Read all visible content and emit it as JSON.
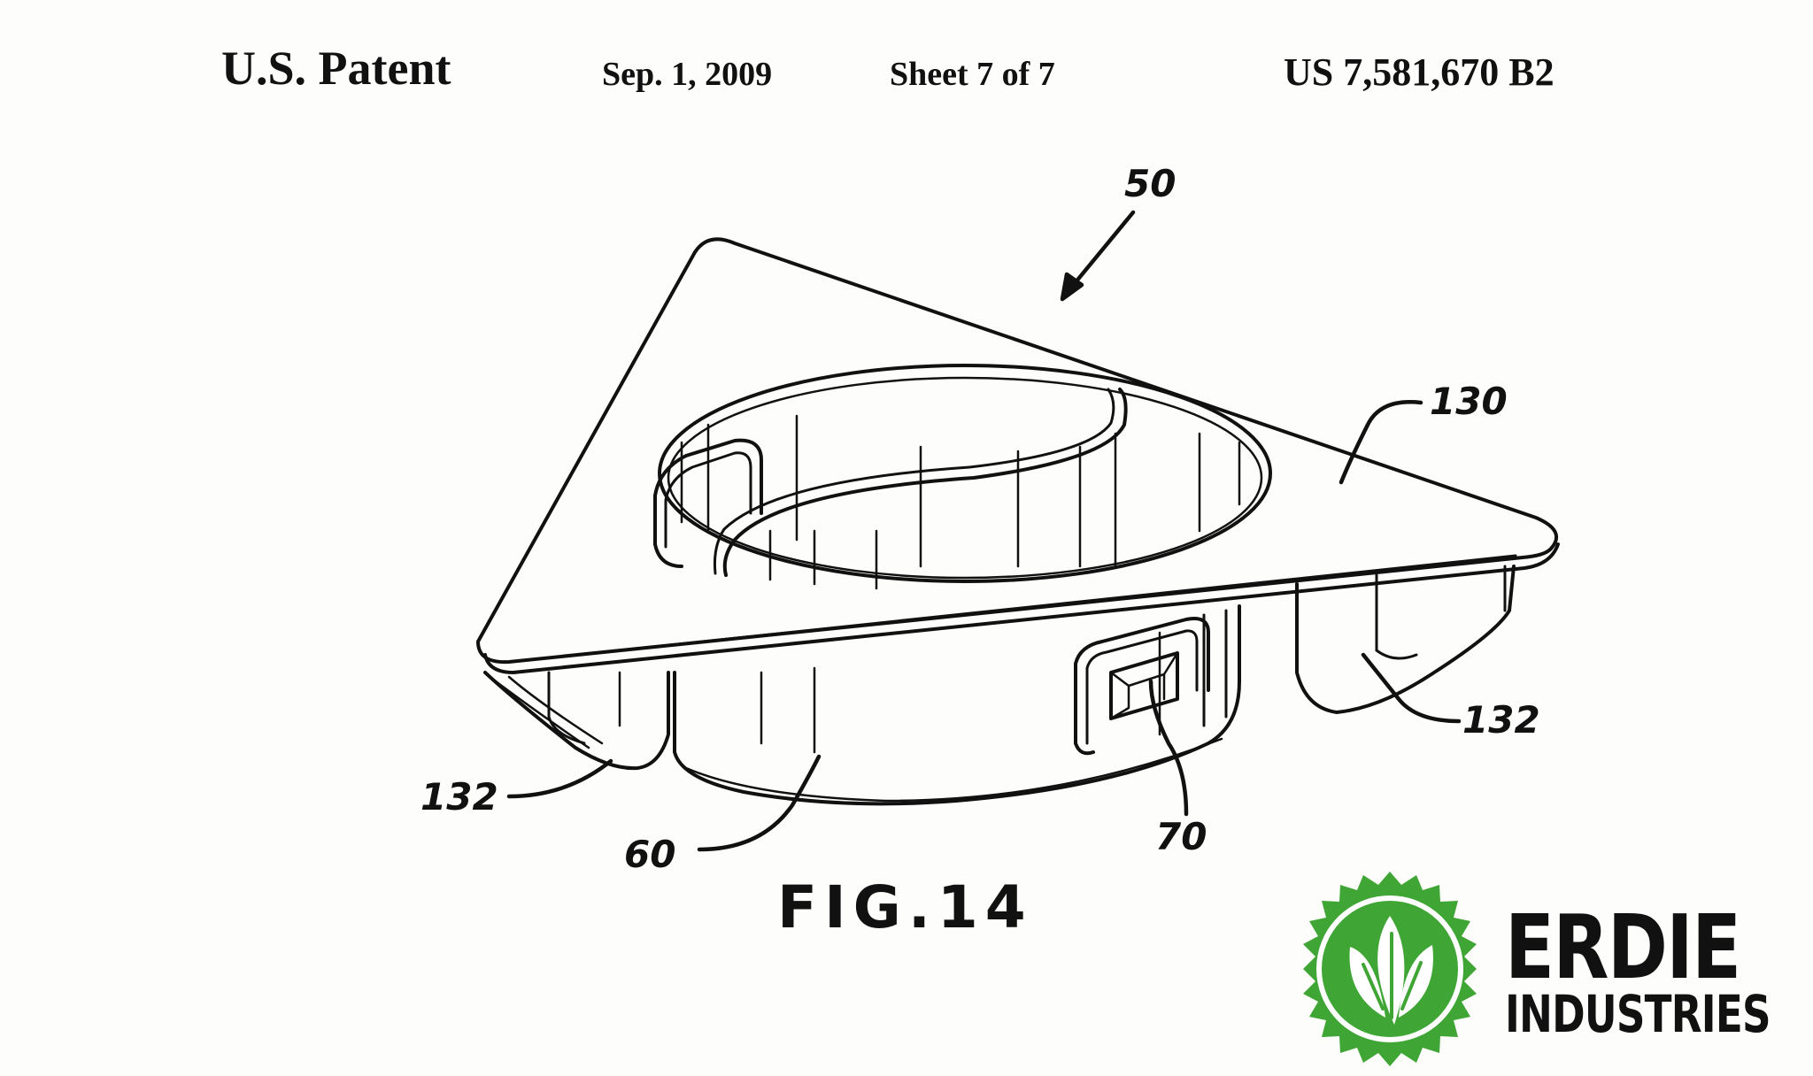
{
  "header": {
    "title": "U.S. Patent",
    "date": "Sep. 1, 2009",
    "sheet": "Sheet 7 of 7",
    "patent_number": "US 7,581,670 B2"
  },
  "drawing": {
    "figure_label": "FIG. 14",
    "figure_label_display": "FIG.14",
    "reference_numerals": {
      "assembly": "50",
      "top_plate": "130",
      "leg_right": "132",
      "leg_left": "132",
      "collar": "60",
      "latch": "70"
    }
  },
  "logo": {
    "name_line1": "ERDIE",
    "name_line2": "INDUSTRIES",
    "icon": "leaf-badge-icon",
    "brand_color": "#3fa535"
  }
}
